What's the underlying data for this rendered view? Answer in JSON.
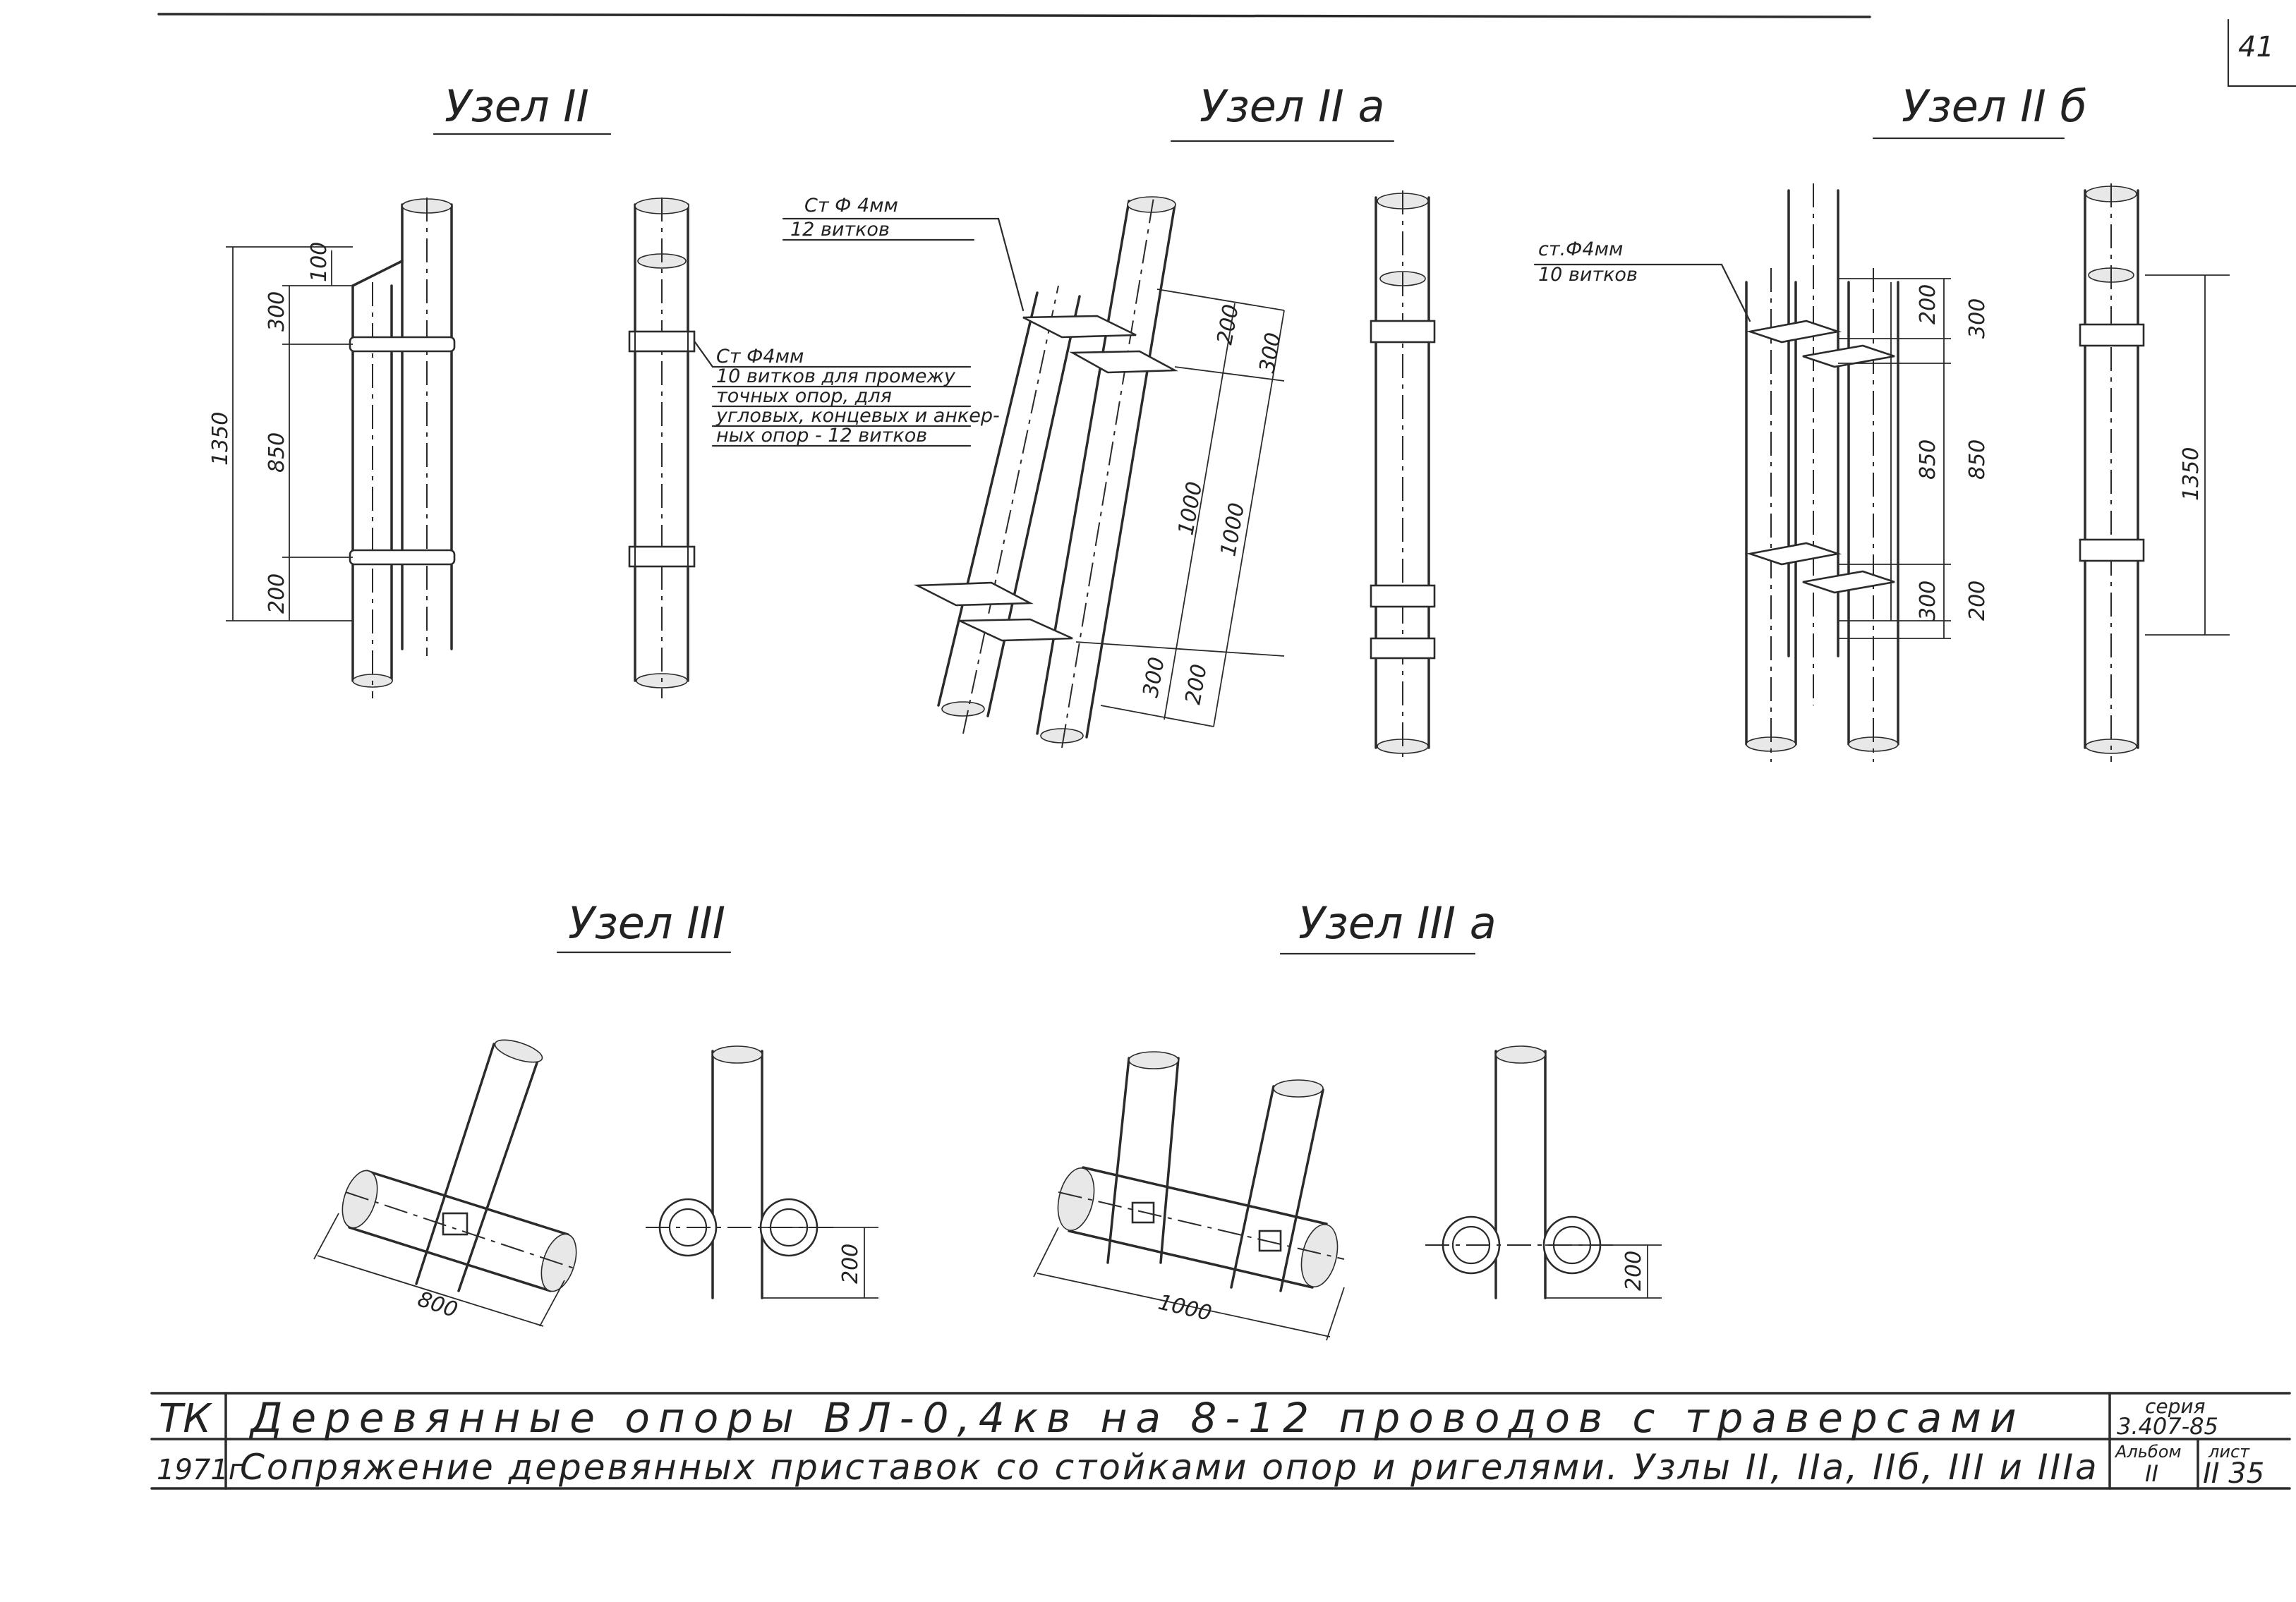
{
  "page_number": "41",
  "nodes": {
    "n2": {
      "title": "Узел II",
      "h1350": "1350",
      "h300": "300",
      "h850": "850",
      "h200": "200",
      "h100": "100",
      "note": [
        "Ст Ф4мм",
        "10 витков для промежу",
        "точных опор, для",
        "угловых, концевых и анкер-",
        "ных опор - 12 витков"
      ]
    },
    "n2a": {
      "title": "Узел II а",
      "note": [
        "Ст Ф 4мм",
        "12 витков"
      ],
      "d200": "200",
      "d300": "300",
      "d1000a": "1000",
      "d1000b": "1000",
      "d300b": "300",
      "d200b": "200"
    },
    "n2b": {
      "title": "Узел II б",
      "note": [
        "ст.Ф4мм",
        "10 витков"
      ],
      "d200": "200",
      "d300": "300",
      "d850a": "850",
      "d850b": "850",
      "d300b": "300",
      "d200b": "200",
      "d1350": "1350"
    },
    "n3": {
      "title": "Узел III",
      "d800": "800",
      "d200": "200"
    },
    "n3a": {
      "title": "Узел III а",
      "d1000": "1000",
      "d200": "200"
    }
  },
  "title_block": {
    "org": "ТК",
    "year": "1971г",
    "title": "Деревянные опоры ВЛ-0,4кв на 8-12 проводов с траверсами",
    "subtitle": "Сопряжение деревянных приставок со стойками опор и ригелями. Узлы II, IIа, IIб, III и IIIа",
    "series_label": "серия",
    "series": "3.407-85",
    "album_label": "Альбом",
    "album": "II",
    "sheet_label": "лист",
    "sheet": "II 35"
  }
}
